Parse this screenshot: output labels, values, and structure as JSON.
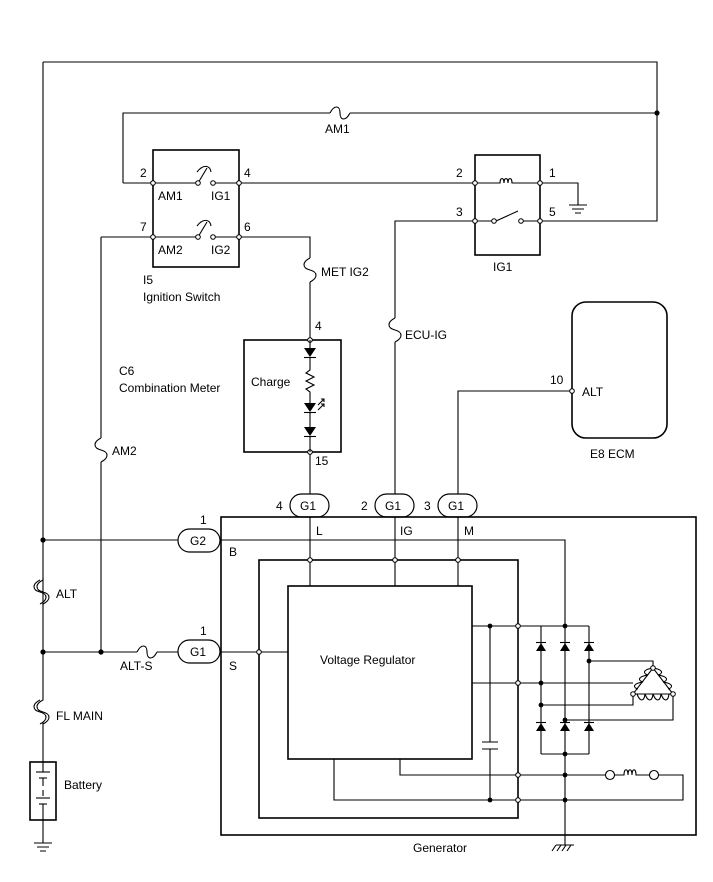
{
  "components": {
    "ignition_switch": {
      "ref": "I5",
      "name": "Ignition Switch",
      "contacts": [
        "AM1",
        "IG1",
        "AM2",
        "IG2"
      ],
      "pins": [
        "2",
        "4",
        "7",
        "6"
      ]
    },
    "ig1_relay": {
      "name": "IG1",
      "pins": [
        "2",
        "1",
        "3",
        "5"
      ]
    },
    "combination_meter": {
      "ref": "C6",
      "name": "Combination Meter",
      "lamp": "Charge",
      "pin_top": "4",
      "pin_bottom": "15"
    },
    "ecm": {
      "name": "E8 ECM",
      "terminal": "ALT",
      "pin": "10"
    },
    "generator": {
      "name": "Generator",
      "regulator": "Voltage Regulator",
      "terminals": [
        "L",
        "IG",
        "M",
        "B",
        "S"
      ]
    },
    "battery": {
      "name": "Battery"
    }
  },
  "fuses": {
    "am1": "AM1",
    "met_ig2": "MET IG2",
    "ecu_ig": "ECU-IG",
    "am2": "AM2",
    "alt": "ALT",
    "fl_main": "FL MAIN",
    "alt_s": "ALT-S"
  },
  "connectors": {
    "g1_l": {
      "label": "G1",
      "pin": "4"
    },
    "g1_ig": {
      "label": "G1",
      "pin": "2"
    },
    "g1_m": {
      "label": "G1",
      "pin": "3"
    },
    "g2_b": {
      "label": "G2",
      "pin": "1"
    },
    "g1_s": {
      "label": "G1",
      "pin": "1"
    }
  }
}
